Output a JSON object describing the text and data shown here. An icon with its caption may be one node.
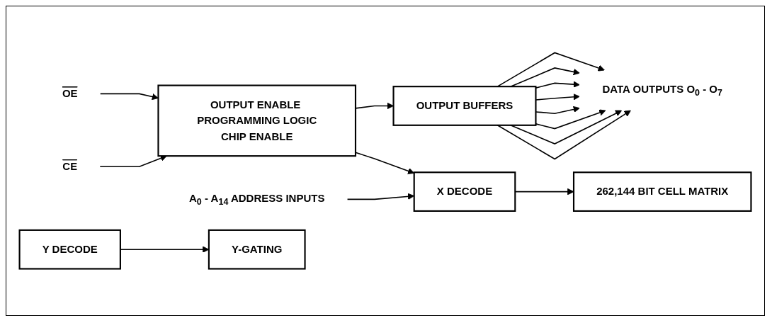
{
  "diagram": {
    "nodes": [
      {
        "text": [
          "OE"
        ]
      },
      {
        "text": [
          "CE"
        ]
      },
      {
        "text": [
          "OUTPUT ENABLE PROGRAMMING LOGIC",
          "CHIP ENABLE"
        ]
      },
      {
        "text": [
          "A$_{0}$ - A$_{14}$ ADDRESS INPUTS"
        ]
      },
      {
        "text": [
          "Y DECODE"
        ]
      },
      {
        "text": [
          "X DECODE"
        ]
      },
      {
        "text": [
          "DATA OUTPUTS O$_{0}$ - O$_{7}$"
        ]
      },
      {
        "text": [
          "OUTPUT BUFFERS"
        ]
      },
      {
        "text": [
          "Y-GATING"
        ]
      },
      {
        "text": [
          "262,144 BIT CELL MATRIX"
        ]
      }
    ],
    "edges": [
      {
        "from": 0,
        "to": 2,
        "arrow": "to"
      },
      {
        "from": 1,
        "to": 2,
        "arrow": "to"
      },
      {
        "from": 2,
        "to": 7,
        "arrow": "to"
      },
      {
        "from": 2,
        "to": 5,
        "arrow": "to"
      },
      {
        "from": 3,
        "to": 5,
        "arrow": "to"
      },
      {
        "from": 4,
        "to": 8,
        "arrow": "to"
      },
      {
        "from": 5,
        "to": 9,
        "arrow": "to"
      },
      {
        "from": 7,
        "to": 6,
        "arrow": "to"
      },
      {
        "from": 7,
        "to": 6,
        "arrow": "to"
      },
      {
        "from": 7,
        "to": 6,
        "arrow": "to"
      },
      {
        "from": 7,
        "to": 6,
        "arrow": "to"
      },
      {
        "from": 7,
        "to": 6,
        "arrow": "to"
      },
      {
        "from": 7,
        "to": 6,
        "arrow": "to"
      },
      {
        "from": 7,
        "to": 6,
        "arrow": "to"
      },
      {
        "from": 7,
        "to": 6,
        "arrow": "to"
      }
    ]
  }
}
